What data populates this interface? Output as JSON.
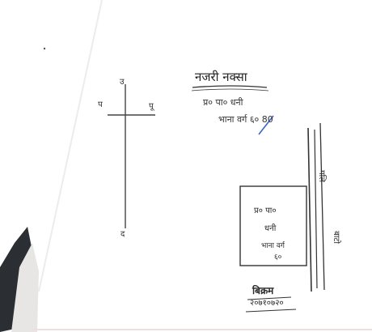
{
  "document": {
    "title": "नजरी नक्सा",
    "measure_line": "प्र० पा० धनी",
    "area_line": "भाना वर्ग ६० 80",
    "compass": {
      "north": "उ",
      "south": "द",
      "west": "प",
      "east": "पू"
    },
    "plot": {
      "line1": "प्र० पा०",
      "line2": "धनी",
      "line3": "भाना वर्ग",
      "line4": "६०"
    },
    "road_label": "गलि",
    "road_label_side": "बाटो",
    "signature": "बिक्रम",
    "date": "२०७१०७२०"
  }
}
